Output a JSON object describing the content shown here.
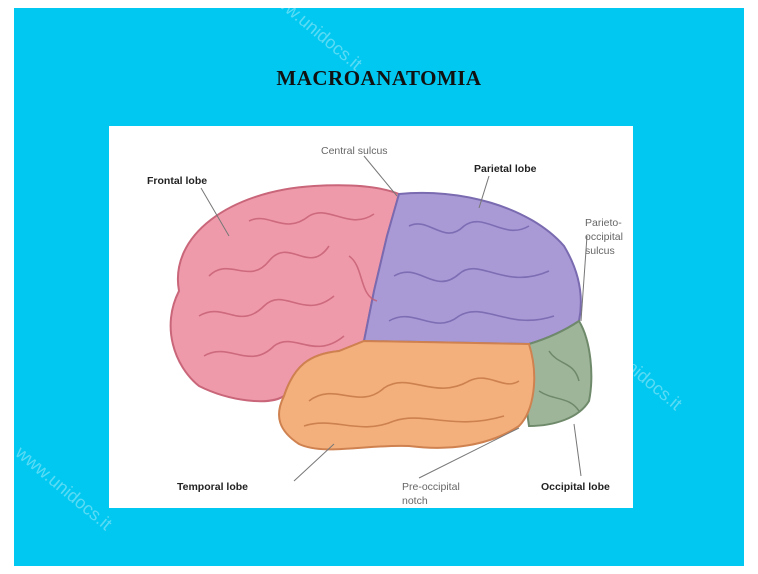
{
  "slide": {
    "title": "MACROANATOMIA",
    "background": "#00c8f0"
  },
  "diagram": {
    "labels": {
      "frontal_lobe": "Frontal lobe",
      "central_sulcus": "Central sulcus",
      "parietal_lobe": "Parietal lobe",
      "parieto_occipital_1": "Parieto-",
      "parieto_occipital_2": "occipital",
      "parieto_occipital_3": "sulcus",
      "temporal_lobe": "Temporal lobe",
      "preoccipital_1": "Pre-occipital",
      "preoccipital_2": "notch",
      "occipital_lobe": "Occipital lobe"
    },
    "colors": {
      "frontal": "#ef9aaa",
      "parietal": "#a99ad6",
      "temporal": "#f3b07c",
      "occipital": "#9fb59a"
    }
  },
  "watermark": {
    "text": "www.unidocs.it"
  }
}
